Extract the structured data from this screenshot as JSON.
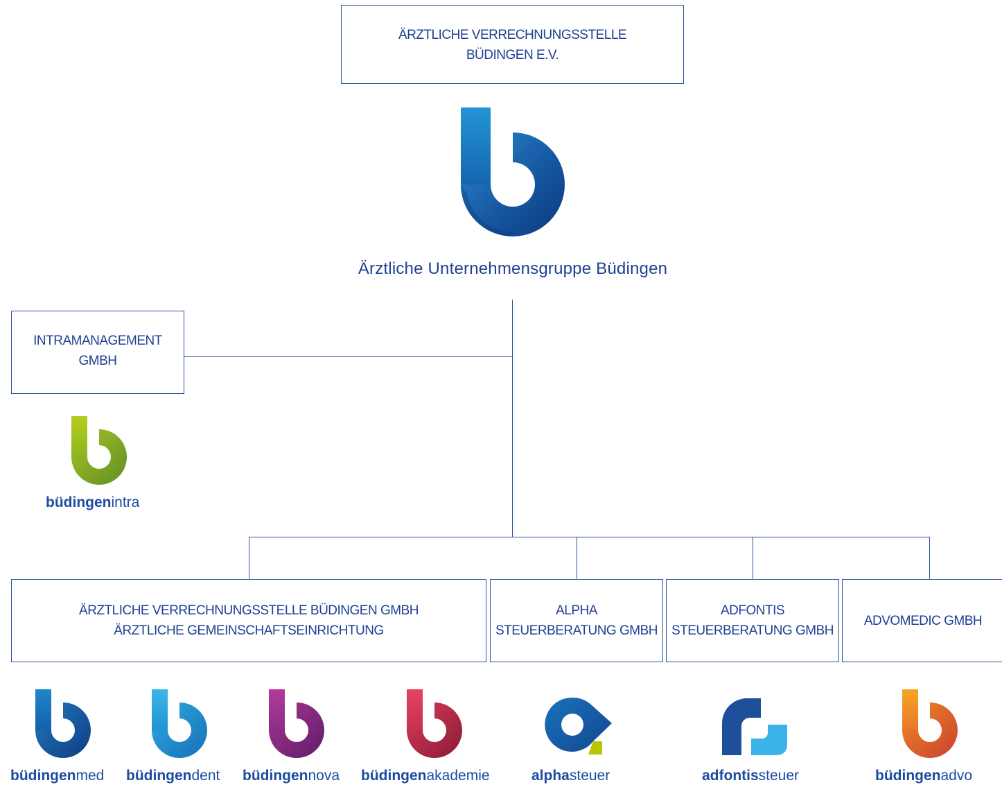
{
  "root": {
    "line1": "ÄRZTLICHE VERRECHNUNGSSTELLE",
    "line2": "BÜDINGEN E.V."
  },
  "group_name": "Ärztliche Unternehmensgruppe Büdingen",
  "intra_box": {
    "line1": "INTRAMANAGEMENT",
    "line2": "GMBH"
  },
  "companies": [
    {
      "line1": "ÄRZTLICHE VERRECHNUNGSSTELLE BÜDINGEN GMBH",
      "line2": "ÄRZTLICHE GEMEINSCHAFTSEINRICHTUNG"
    },
    {
      "line1": "ALPHA",
      "line2": "STEUERBERATUNG GMBH"
    },
    {
      "line1": "ADFONTIS",
      "line2": "STEUERBERATUNG GMBH"
    },
    {
      "line1": "ADVOMEDIC GMBH"
    }
  ],
  "brands": {
    "intra": {
      "bold": "büdingen",
      "light": "intra",
      "icon": "b-logo-green-icon",
      "color": "#8cb523"
    },
    "med": {
      "bold": "büdingen",
      "light": "med",
      "icon": "b-logo-blue-icon",
      "color": "#1560aa"
    },
    "dent": {
      "bold": "büdingen",
      "light": "dent",
      "icon": "b-logo-lightblue-icon",
      "color": "#29a3db"
    },
    "nova": {
      "bold": "büdingen",
      "light": "nova",
      "icon": "b-logo-purple-icon",
      "color": "#8e2d86"
    },
    "akademie": {
      "bold": "büdingen",
      "light": "akademie",
      "icon": "b-logo-red-icon",
      "color": "#c72f4f"
    },
    "alpha": {
      "bold": "alpha",
      "light": "steuer",
      "icon": "alpha-logo-icon",
      "color": "#1560aa"
    },
    "adfontis": {
      "bold": "adfontis",
      "light": "steuer",
      "icon": "adfontis-logo-icon",
      "color": "#1d4f9a"
    },
    "advo": {
      "bold": "büdingen",
      "light": "advo",
      "icon": "b-logo-orange-icon",
      "color": "#e8772b"
    }
  },
  "colors": {
    "line": "#2a4f9f",
    "text": "#1e3f93",
    "brand_text": "#1c4ca0",
    "main_logo": "#1a74c0",
    "alpha_accent": "#b9c400",
    "adfontis_accent": "#3ab4e8"
  }
}
